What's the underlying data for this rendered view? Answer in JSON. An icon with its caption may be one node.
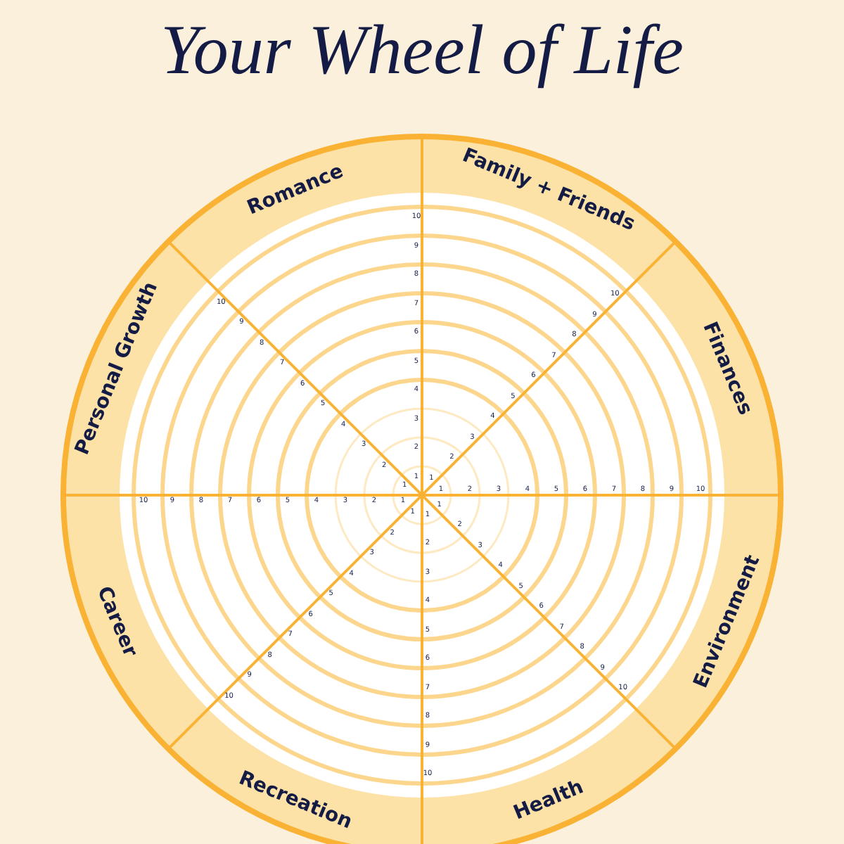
{
  "diagram": {
    "title": "Your Wheel of Life",
    "nodes": [
      {
        "text": [
          "Family + Friends"
        ]
      },
      {
        "text": [
          "Finances"
        ]
      },
      {
        "text": [
          "Environment"
        ]
      },
      {
        "text": [
          "Health"
        ]
      },
      {
        "text": [
          "Recreation"
        ]
      },
      {
        "text": [
          "Career"
        ]
      },
      {
        "text": [
          "Personal Growth"
        ]
      },
      {
        "text": [
          "Romance"
        ]
      }
    ],
    "labels": [
      "1",
      "2",
      "3",
      "4",
      "5",
      "6",
      "7",
      "8",
      "9",
      "10",
      "1",
      "2",
      "3",
      "4",
      "5",
      "6",
      "7",
      "8",
      "9",
      "10",
      "1",
      "2",
      "3",
      "4",
      "5",
      "6",
      "7",
      "8",
      "9",
      "10",
      "1",
      "2",
      "3",
      "4",
      "5",
      "6",
      "7",
      "8",
      "9",
      "10",
      "1",
      "2",
      "3",
      "4",
      "5",
      "6",
      "7",
      "8",
      "9",
      "10",
      "1",
      "2",
      "3",
      "4",
      "5",
      "6",
      "7",
      "8",
      "9",
      "10",
      "1",
      "2",
      "3",
      "4",
      "5",
      "6",
      "7",
      "8",
      "9",
      "10",
      "1",
      "2",
      "3",
      "4",
      "5",
      "6",
      "7",
      "8",
      "9",
      "10"
    ]
  }
}
